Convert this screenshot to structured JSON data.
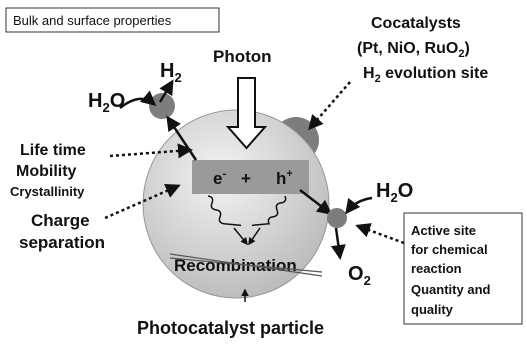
{
  "top_left_box": "Bulk and surface properties",
  "photon": "Photon",
  "cocatalysts": {
    "line1": "Cocatalysts",
    "line2_prefix": "(Pt, NiO, RuO",
    "line2_sub": "2",
    "line2_suffix": ")",
    "line3_prefix": "H",
    "line3_sub": "2",
    "line3_suffix": " evolution site"
  },
  "h2_product": {
    "base": "H",
    "sub": "2"
  },
  "h2o_left": {
    "base": "H",
    "sub": "2",
    "tail": "O"
  },
  "h2o_right": {
    "base": "H",
    "sub": "2",
    "tail": "O"
  },
  "o2_product": {
    "base": "O",
    "sub": "2"
  },
  "left_properties": {
    "life_time": "Life time",
    "mobility": "Mobility",
    "crystallinity": "Crystallinity",
    "charge": "Charge",
    "separation": "separation"
  },
  "carriers": {
    "electron": "e",
    "electron_sup": "-",
    "plus": "+",
    "hole": "h",
    "hole_sup": "+"
  },
  "recombination": "Recombination",
  "particle_label": "Photocatalyst particle",
  "active_site_box": {
    "line1": "Active site",
    "line2": "for chemical",
    "line3": "reaction",
    "line4": "Quantity and",
    "line5": "quality"
  },
  "colors": {
    "particle_light": "#f4f4f4",
    "particle_dark": "#bdbdbd",
    "band": "#9a9a9a",
    "cocatalyst": "#7d7d7d",
    "arrow": "#111111"
  }
}
